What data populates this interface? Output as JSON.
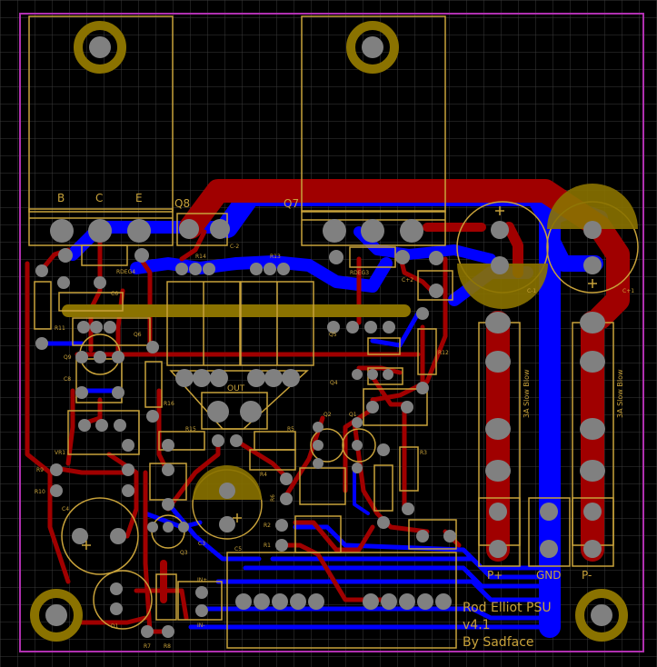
{
  "board": {
    "colors": {
      "background": "#000000",
      "grid": "#3a3a3a",
      "outline": "#b030b0",
      "top_copper": "#a00000",
      "bottom_copper": "#0000ff",
      "silkscreen": "#c8a23a",
      "pad": "#808080",
      "mount": "#8a7200"
    },
    "transistor_pins": {
      "b": "B",
      "c": "C",
      "e": "E"
    },
    "refs": {
      "q8": "Q8",
      "q7": "Q7",
      "c2a": "C-2",
      "c2b": "C+2",
      "rdeg4": "RDEG4",
      "rdeg3": "RDEG3",
      "r14": "R14",
      "r13": "R13",
      "r11": "R11",
      "q6": "Q6",
      "q9": "Q9",
      "c8": "C8",
      "r16": "R16",
      "vr1": "VR1",
      "r9": "R9",
      "r10": "R10",
      "c4": "C4",
      "d1": "D1",
      "r7": "R7",
      "r8": "R8",
      "in_plus": "IN+",
      "in_minus": "IN-",
      "q3": "Q3",
      "c3": "C3",
      "c5": "C5",
      "r15": "R15",
      "r5": "R5",
      "r4": "R4",
      "r6": "R6",
      "out": "OUT",
      "q2": "Q2",
      "q1": "Q1",
      "r2": "R2",
      "r1": "R1",
      "q5": "Q5",
      "q4": "Q4",
      "r12": "R12",
      "r3": "R3",
      "c1a": "C-1",
      "c1b": "C+1",
      "c6": "C6"
    },
    "fuses": {
      "left": "3A Slow Blow",
      "right": "3A Slow Blow"
    },
    "power_labels": {
      "p_plus": "P+",
      "gnd": "GND",
      "p_minus": "P-"
    },
    "title_lines": [
      "Rod Elliot PSU",
      "v4.1",
      "By Sadface"
    ]
  }
}
